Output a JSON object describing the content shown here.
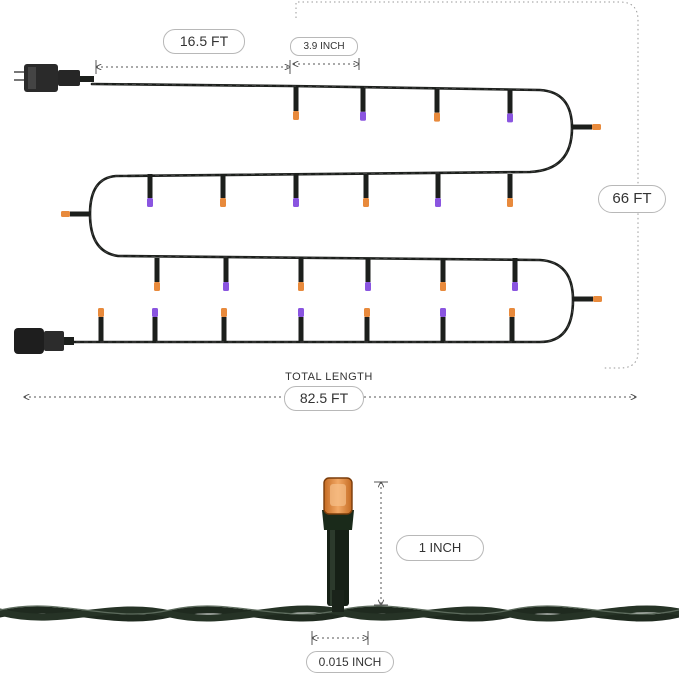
{
  "labels": {
    "plug_length": "16.5 FT",
    "bulb_spacing": "3.9 INCH",
    "height": "66 FT",
    "total_length_caption": "TOTAL LENGTH",
    "total_length": "82.5 FT",
    "bulb_height": "1 INCH",
    "wire_thickness": "0.015 INCH"
  },
  "colors": {
    "wire": "#1c1f1c",
    "orange_bulb": "#e88a3c",
    "purple_bulb": "#8a55e0",
    "dimension_line": "#555555",
    "dotted_outline": "#999999"
  },
  "bulbs": {
    "row1": [
      "orange",
      "purple",
      "orange",
      "purple"
    ],
    "row2": [
      "purple",
      "orange",
      "purple",
      "orange",
      "purple",
      "orange"
    ],
    "row3_up": [
      "orange",
      "purple",
      "orange",
      "purple",
      "orange",
      "purple"
    ],
    "row4_down": [
      "orange",
      "purple",
      "orange",
      "purple",
      "orange",
      "purple",
      "orange"
    ],
    "end_caps": [
      "orange",
      "orange",
      "orange"
    ]
  },
  "icons": {
    "plug": "ac-plug-icon",
    "connector": "end-connector-icon"
  }
}
